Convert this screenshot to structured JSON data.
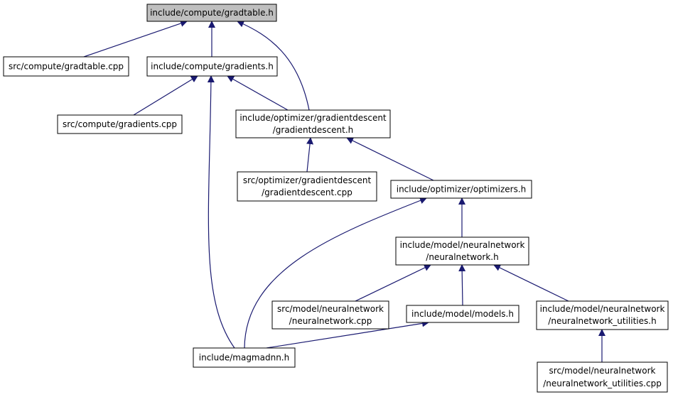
{
  "colors": {
    "node_fill": "#ffffff",
    "root_fill": "#bfbfbf",
    "node_border": "#000000",
    "edge": "#191970"
  },
  "nodes": {
    "gradtable_h": {
      "lines": [
        "include/compute/gradtable.h"
      ],
      "root": true
    },
    "gradtable_cpp": {
      "lines": [
        "src/compute/gradtable.cpp"
      ]
    },
    "gradients_h": {
      "lines": [
        "include/compute/gradients.h"
      ]
    },
    "gradients_cpp": {
      "lines": [
        "src/compute/gradients.cpp"
      ]
    },
    "gd_h": {
      "lines": [
        "include/optimizer/gradientdescent",
        "/gradientdescent.h"
      ]
    },
    "gd_cpp": {
      "lines": [
        "src/optimizer/gradientdescent",
        "/gradientdescent.cpp"
      ]
    },
    "optimizers_h": {
      "lines": [
        "include/optimizer/optimizers.h"
      ]
    },
    "nn_h": {
      "lines": [
        "include/model/neuralnetwork",
        "/neuralnetwork.h"
      ]
    },
    "nn_cpp": {
      "lines": [
        "src/model/neuralnetwork",
        "/neuralnetwork.cpp"
      ]
    },
    "models_h": {
      "lines": [
        "include/model/models.h"
      ]
    },
    "nnu_h": {
      "lines": [
        "include/model/neuralnetwork",
        "/neuralnetwork_utilities.h"
      ]
    },
    "magmadnn_h": {
      "lines": [
        "include/magmadnn.h"
      ]
    },
    "nnu_cpp": {
      "lines": [
        "src/model/neuralnetwork",
        "/neuralnetwork_utilities.cpp"
      ]
    }
  },
  "edges": [
    [
      "gradtable_cpp",
      "gradtable_h"
    ],
    [
      "gradients_h",
      "gradtable_h"
    ],
    [
      "gd_h",
      "gradtable_h"
    ],
    [
      "gradients_cpp",
      "gradients_h"
    ],
    [
      "gd_h",
      "gradients_h"
    ],
    [
      "magmadnn_h",
      "gradients_h"
    ],
    [
      "gd_cpp",
      "gd_h"
    ],
    [
      "optimizers_h",
      "gd_h"
    ],
    [
      "nn_h",
      "optimizers_h"
    ],
    [
      "magmadnn_h",
      "optimizers_h"
    ],
    [
      "nn_cpp",
      "nn_h"
    ],
    [
      "models_h",
      "nn_h"
    ],
    [
      "nnu_h",
      "nn_h"
    ],
    [
      "magmadnn_h",
      "models_h"
    ],
    [
      "nnu_cpp",
      "nnu_h"
    ]
  ]
}
